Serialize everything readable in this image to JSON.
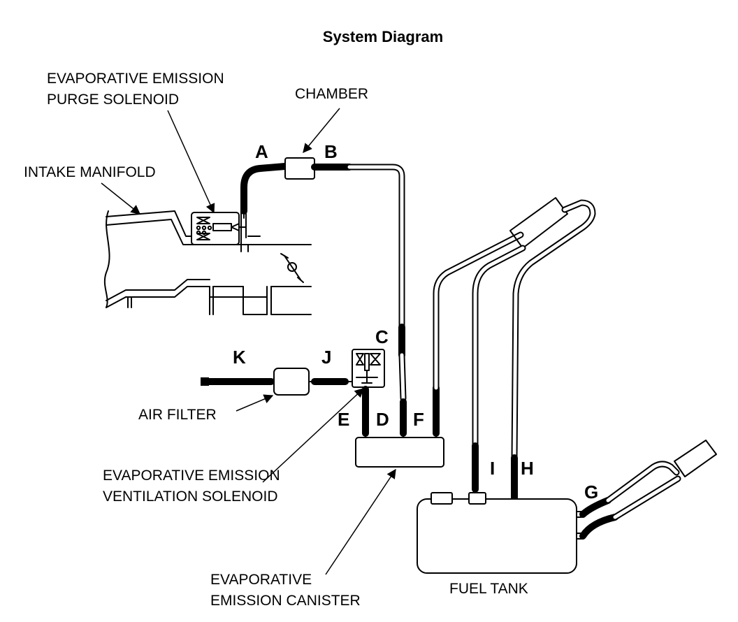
{
  "title": "System Diagram",
  "labels": {
    "purge_solenoid_1": "EVAPORATIVE EMISSION",
    "purge_solenoid_2": "PURGE SOLENOID",
    "chamber": "CHAMBER",
    "intake_manifold": "INTAKE MANIFOLD",
    "air_filter": "AIR FILTER",
    "vent_solenoid_1": "EVAPORATIVE EMISSION",
    "vent_solenoid_2": "VENTILATION SOLENOID",
    "canister_1": "EVAPORATIVE",
    "canister_2": "EMISSION CANISTER",
    "fuel_tank": "FUEL TANK"
  },
  "hoses": {
    "a": "A",
    "b": "B",
    "c": "C",
    "d": "D",
    "e": "E",
    "f": "F",
    "g": "G",
    "h": "H",
    "i": "I",
    "j": "J",
    "k": "K"
  }
}
